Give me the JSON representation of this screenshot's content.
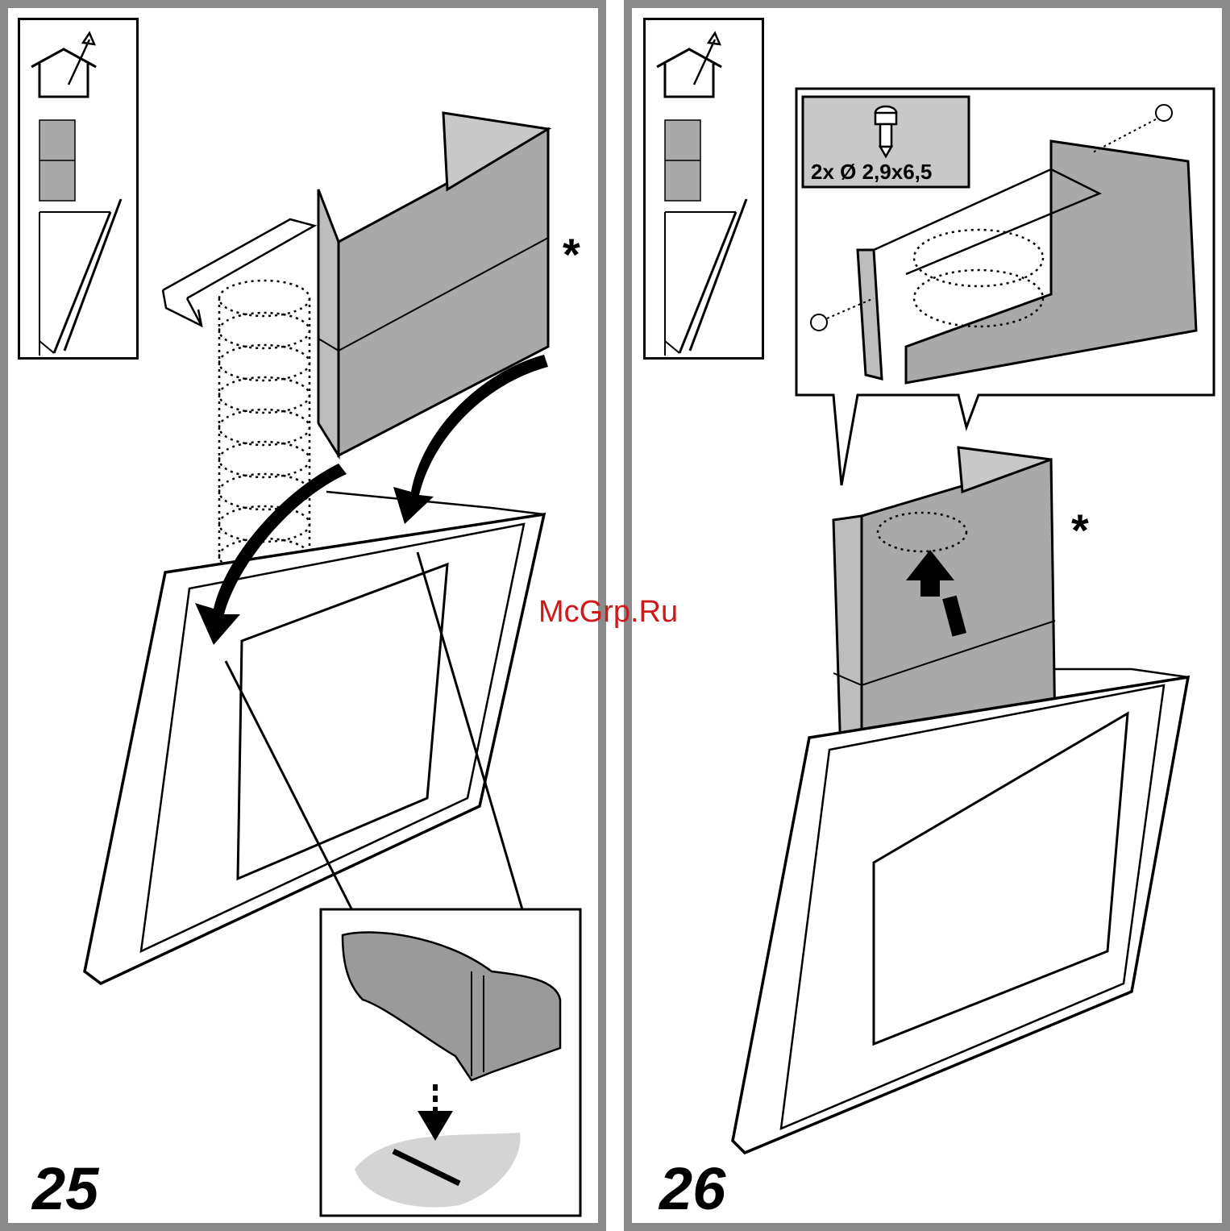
{
  "panels": [
    {
      "step_number": "25",
      "asterisk": "*"
    },
    {
      "step_number": "26",
      "asterisk": "*",
      "screw_spec": "2x Ø 2,9x6,5"
    }
  ],
  "watermark": "McGrp.Ru",
  "colors": {
    "chimney_gray": "#a9a9a9",
    "inset_gray": "#9a9a9a",
    "floor_gray": "#d4d4d4",
    "frame_gray": "#8a8a8a"
  },
  "icons": [
    "ducted-exhaust-house-icon",
    "hood-side-view-icon",
    "screw-icon",
    "arrow-up-icon",
    "arrow-down-icon"
  ]
}
